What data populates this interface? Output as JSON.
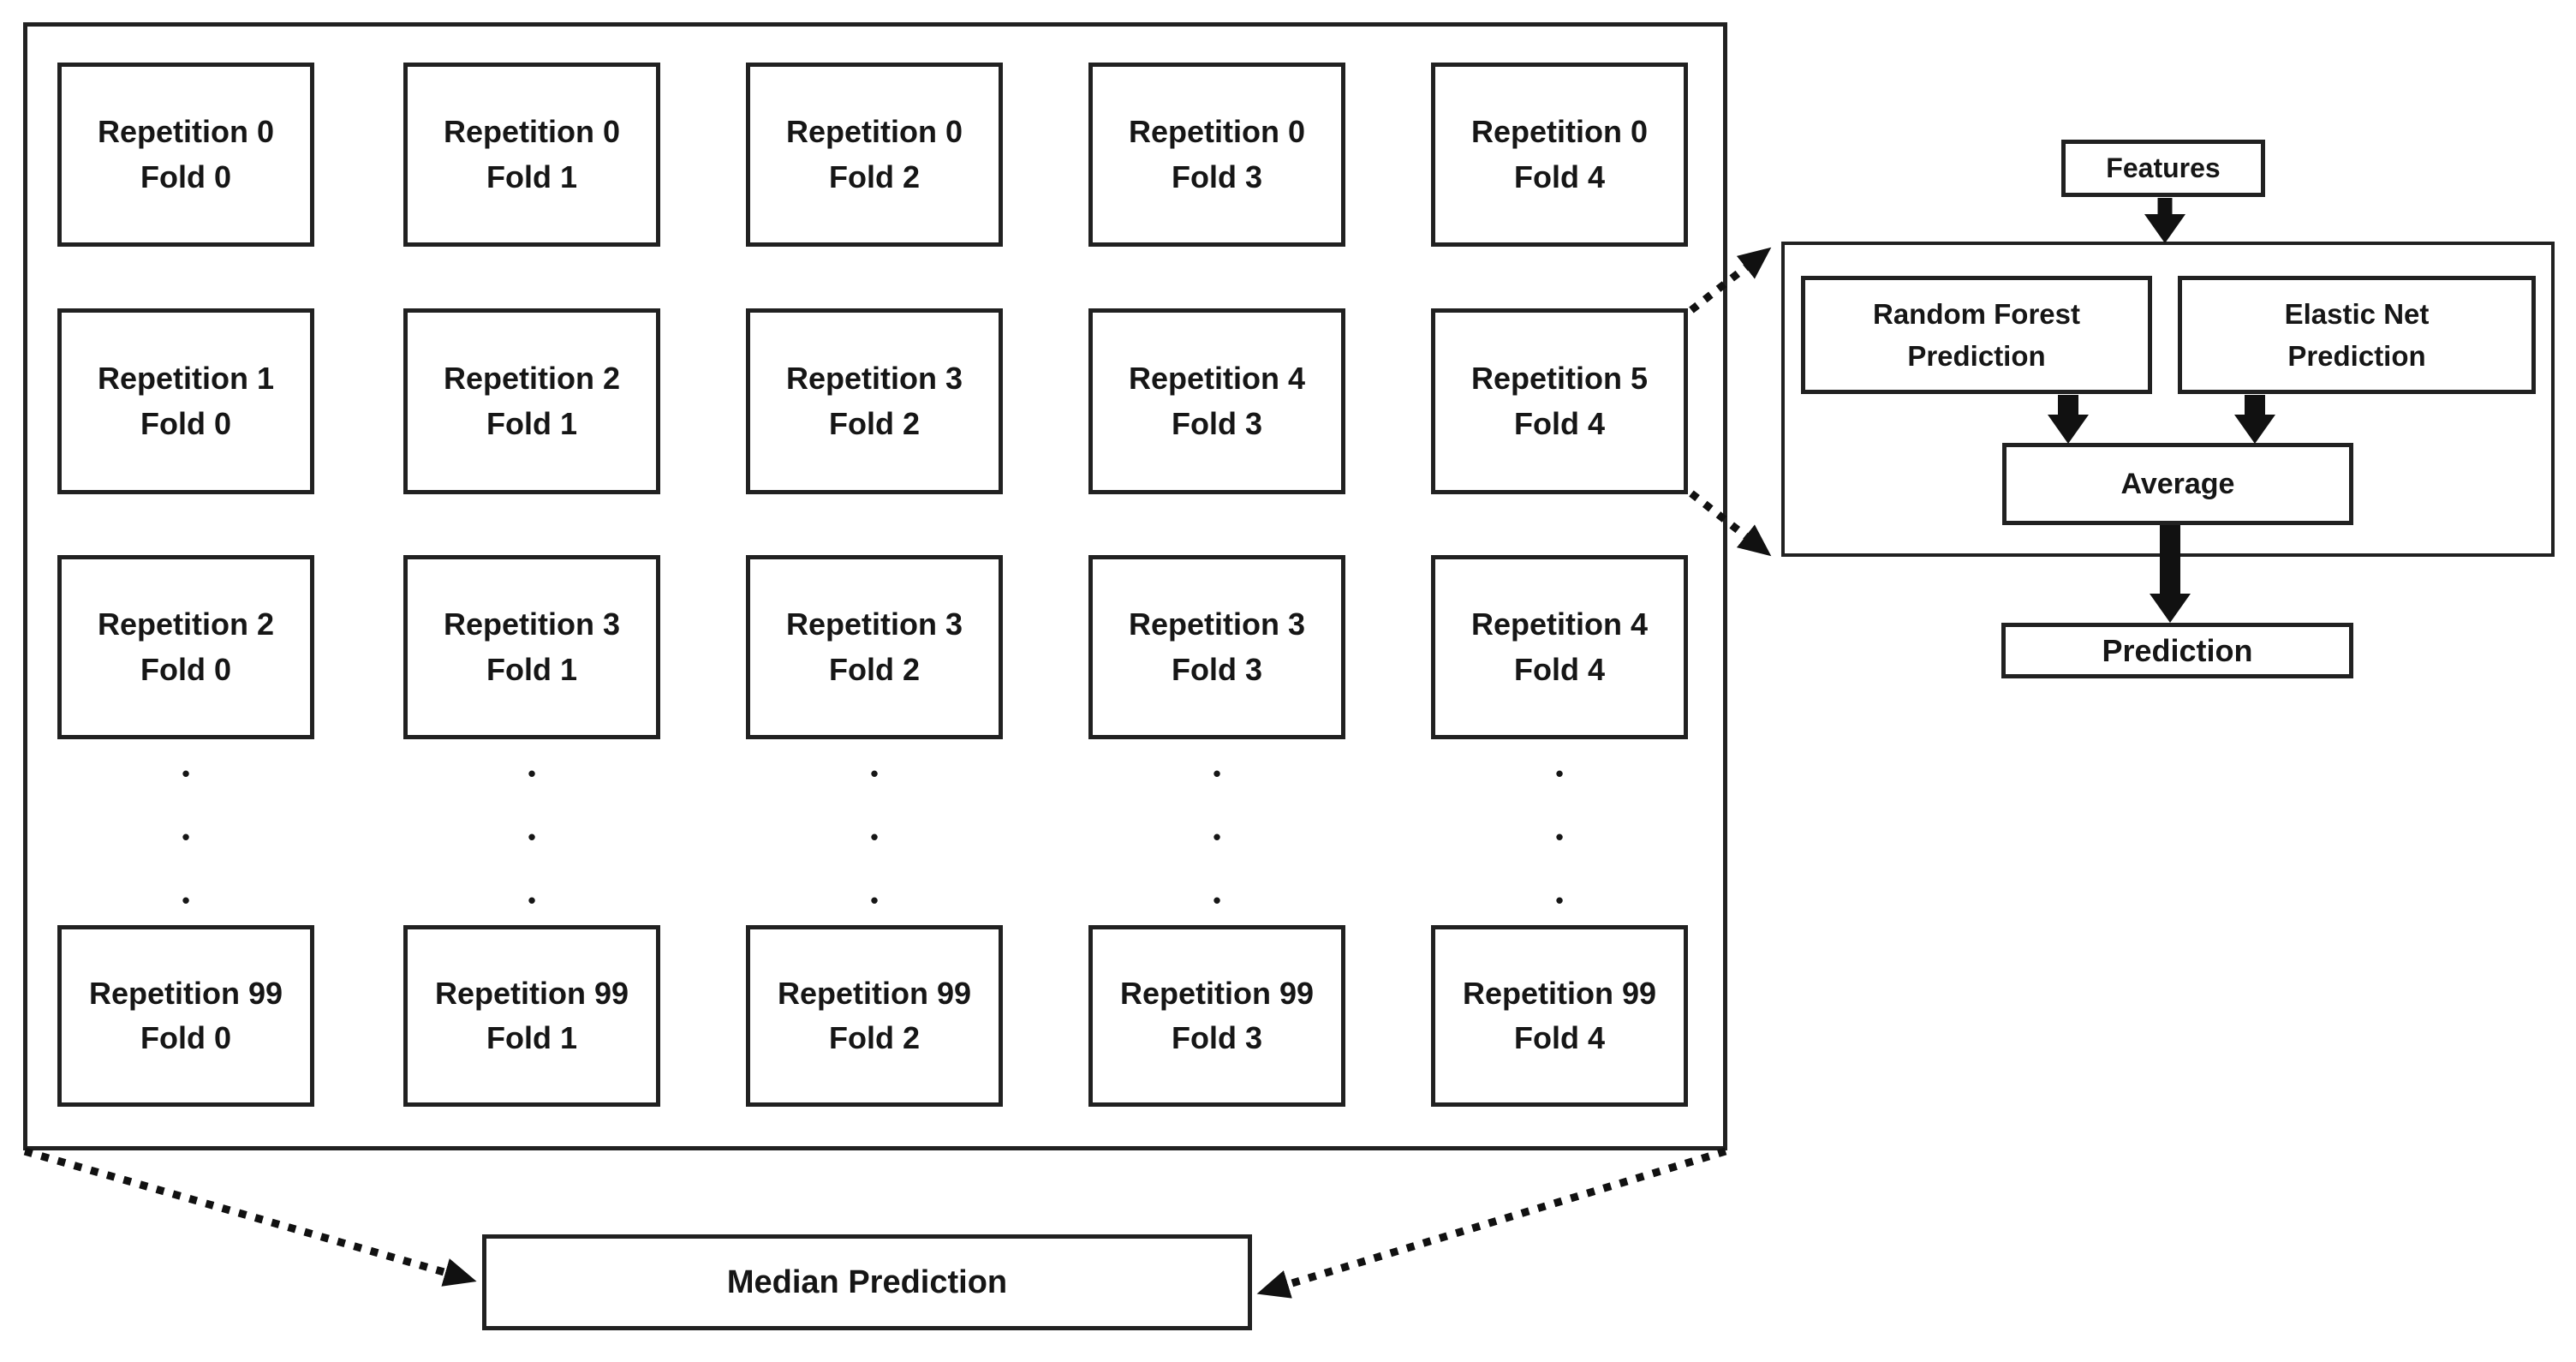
{
  "diagram": {
    "grid": {
      "rows": [
        [
          "Repetition 0\nFold 0",
          "Repetition 0\nFold 1",
          "Repetition 0\nFold 2",
          "Repetition 0\nFold 3",
          "Repetition 0\nFold 4"
        ],
        [
          "Repetition 1\nFold 0",
          "Repetition 2\nFold 1",
          "Repetition 3\nFold 2",
          "Repetition 4\nFold 3",
          "Repetition 5\nFold 4"
        ],
        [
          "Repetition 2\nFold 0",
          "Repetition 3\nFold 1",
          "Repetition 3\nFold 2",
          "Repetition 3\nFold 3",
          "Repetition 4\nFold 4"
        ],
        [
          "Repetition 99\nFold 0",
          "Repetition 99\nFold 1",
          "Repetition 99\nFold 2",
          "Repetition 99\nFold 3",
          "Repetition 99\nFold 4"
        ]
      ],
      "ellipsis": "•\n•\n•"
    },
    "ensemble": {
      "features": "Features",
      "random_forest": "Random Forest\nPrediction",
      "elastic_net": "Elastic Net\nPrediction",
      "average": "Average",
      "prediction": "Prediction"
    },
    "median": "Median Prediction",
    "colors": {
      "line": "#212121",
      "text": "#161616",
      "background": "#ffffff"
    }
  }
}
